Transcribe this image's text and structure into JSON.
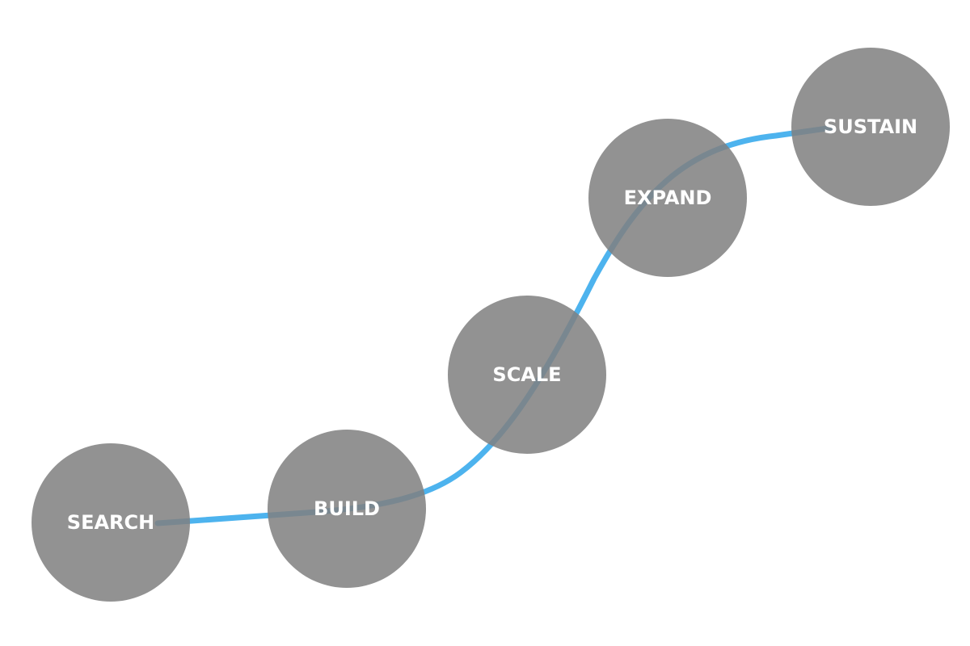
{
  "colors": {
    "path": "#4db3ee",
    "node": "#808080",
    "label": "#ffffff",
    "background": "#ffffff"
  },
  "stages": [
    {
      "id": "search",
      "label": "SEARCH"
    },
    {
      "id": "build",
      "label": "BUILD"
    },
    {
      "id": "scale",
      "label": "SCALE"
    },
    {
      "id": "expand",
      "label": "EXPAND"
    },
    {
      "id": "sustain",
      "label": "SUSTAIN"
    }
  ]
}
